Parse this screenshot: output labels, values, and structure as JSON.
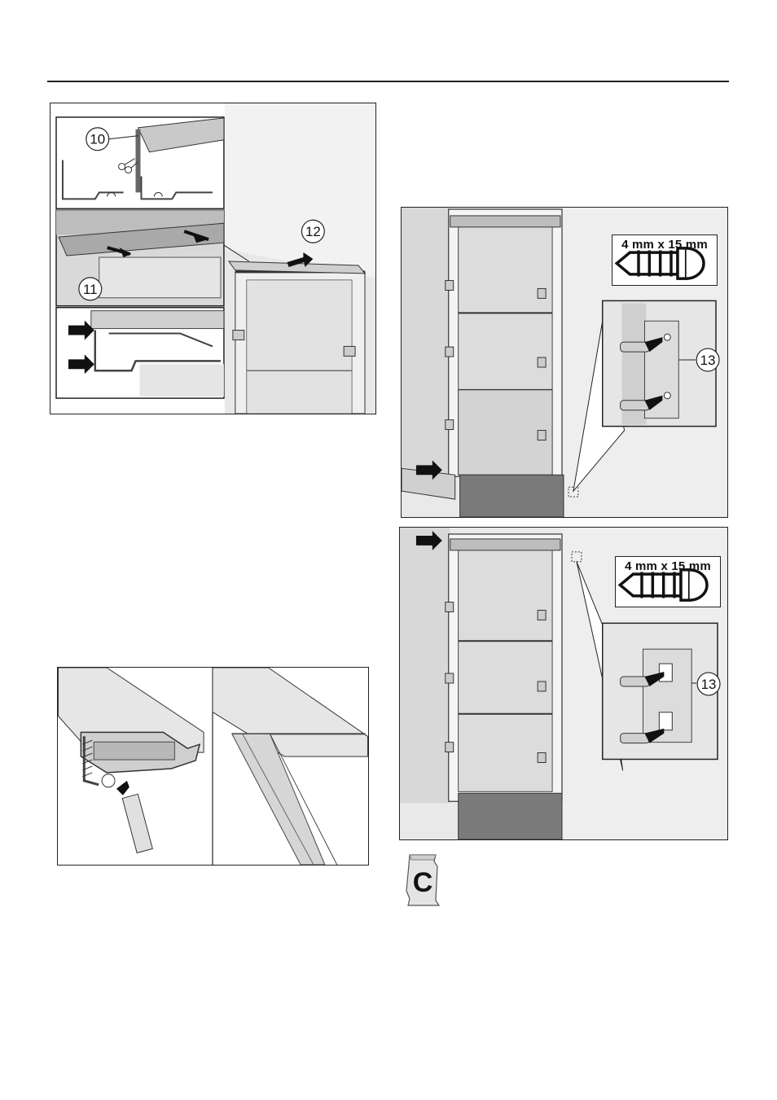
{
  "figures": {
    "fig1": {
      "callout_10": "10",
      "callout_11": "11",
      "callout_12": "12"
    },
    "fig2": {
      "screw_size": "4 mm x 15 mm",
      "callout_13": "13"
    },
    "fig3": {
      "screw_size": "4 mm x 15 mm",
      "callout_13": "13"
    },
    "bag": {
      "letter": "C"
    }
  }
}
